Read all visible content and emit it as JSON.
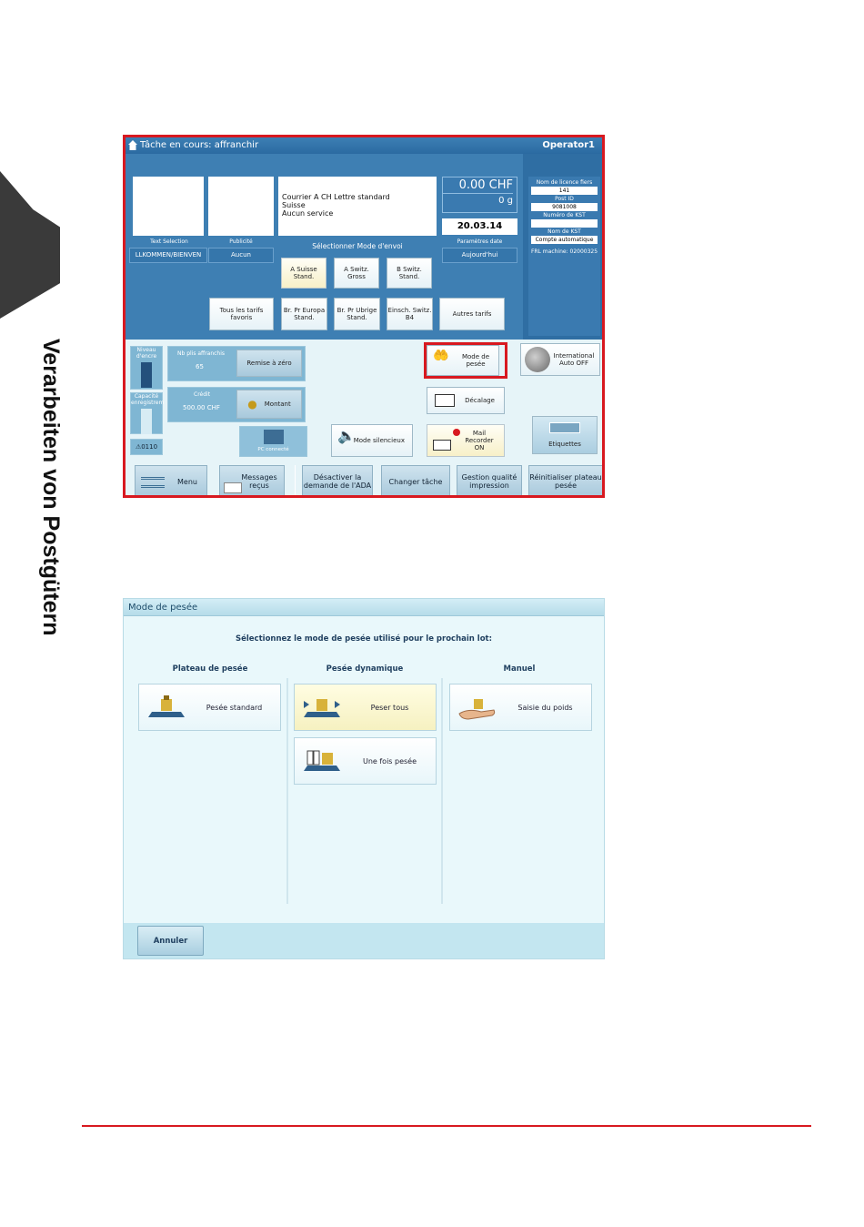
{
  "side_title": "Verarbeiten von Postgütern",
  "screen1": {
    "title": "Tâche en cours: affranchir",
    "operator": "Operator1",
    "text_selection_label": "Text Selection",
    "text_selection_value": "LLKOMMEN/BIENVEN",
    "publicite_label": "Publicité",
    "publicite_value": "Aucun",
    "address": [
      "Courrier A CH Lettre standard",
      "Suisse",
      "Aucun service"
    ],
    "amount": "0.00 CHF",
    "weight": "0 g",
    "date": "20.03.14",
    "date_param_label": "Paramètres date",
    "date_param_value": "Aujourd'hui",
    "mode_label": "Sélectionner Mode d'envoi",
    "modes": [
      "A Suisse Stand.",
      "A Switz. Gross",
      "B Switz. Stand."
    ],
    "tariffs": [
      "Tous les tarifs favoris",
      "Br. Pr Europa Stand.",
      "Br. Pr Ubrige Stand.",
      "Einsch. Switz. B4",
      "Autres tarifs"
    ],
    "license": {
      "label1": "Nom de licence fiers",
      "value1": "141",
      "label2": "Post ID",
      "value2": "9081008",
      "label3": "Numéro de KST",
      "label4": "Nom de KST",
      "value4": "Compte automatique",
      "machine": "FRL machine: 02000325"
    },
    "ink_label": "Niveau d'encre",
    "capacity_label": "Capacité enregistrem",
    "counter_code": "0110",
    "pieces_label": "Nb plis affranchis",
    "pieces_value": "65",
    "reset_label": "Remise à zéro",
    "credit_label": "Crédit",
    "credit_value": "500.00 CHF",
    "montant_label": "Montant",
    "pc_label": "PC connecté",
    "silent_label": "Mode silencieux",
    "weigh_mode_label": "Mode de pesée",
    "international_label": "International Auto OFF",
    "offset_label": "Décalage",
    "mail_recorder_label": "Mail Recorder ON",
    "labels_label": "Etiquettes",
    "bottom": [
      "Menu",
      "Messages reçus",
      "Désactiver la demande de l'ADA",
      "Changer tâche",
      "Gestion qualité impression",
      "Réinitialiser plateau pesée"
    ]
  },
  "screen2": {
    "title": "Mode de pesée",
    "instruction": "Sélectionnez le mode de pesée utilisé pour le prochain lot:",
    "columns": [
      "Plateau de pesée",
      "Pesée dynamique",
      "Manuel"
    ],
    "btn_standard": "Pesée standard",
    "btn_all": "Peser tous",
    "btn_once": "Une fois pesée",
    "btn_manual": "Saisie du poids",
    "cancel": "Annuler"
  }
}
